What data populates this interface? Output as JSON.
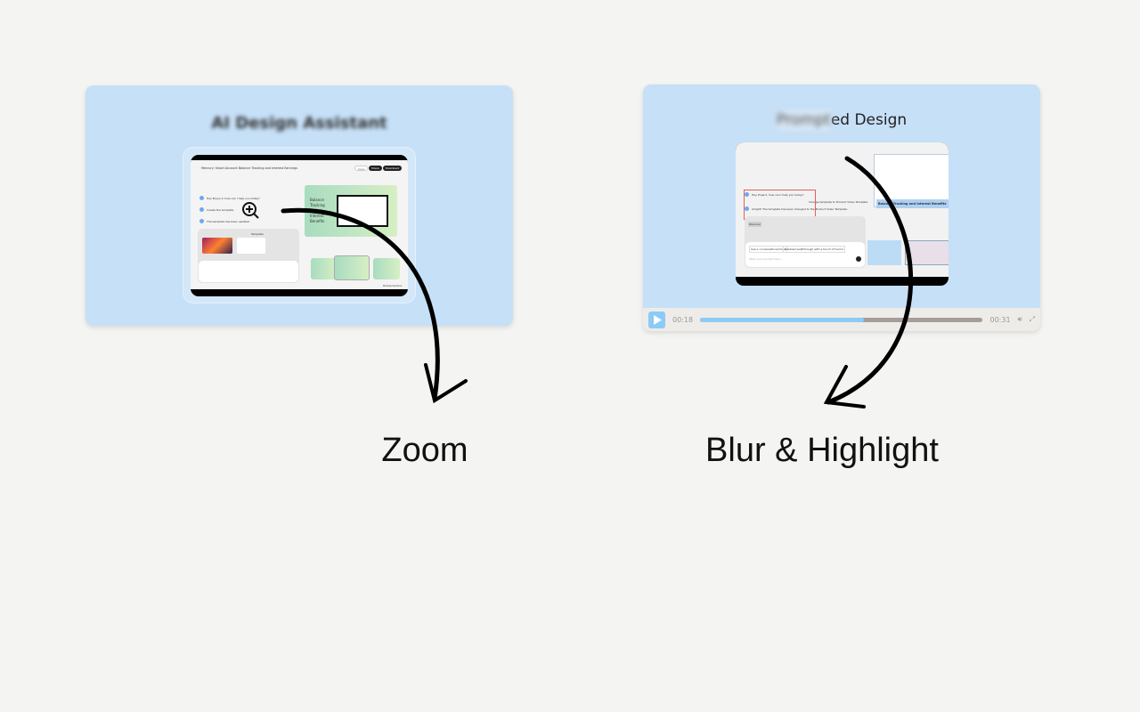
{
  "zoom_card": {
    "title": "AI Design Assistant",
    "app_header": "Mercury: Smart Account Balance Tracking and Interest Earnings",
    "buttons": [
      "Save",
      "Share",
      "Download"
    ],
    "messages": [
      "Hey Bryan 2, how can I help you today?",
      "Create the template",
      "The template has been updated"
    ],
    "slide_text": "Balance Tracking and Interest Benefits",
    "template_label": "Template",
    "sidebar_label": "Preview Sections"
  },
  "blur_card": {
    "title_blurred": "Prompt",
    "title_visible": "ed Design",
    "messages": [
      "Hey Project, how can I help you today?",
      "Alright! The template has been changed to the Product Video Template."
    ],
    "user_message": "Change template to Product Video Template",
    "chips": [
      "Use a conversational tone",
      "Detailed walkthrough with a touch of humor"
    ],
    "input_placeholder": "Start your prompt here...",
    "discover_label": "Discover",
    "banner": "Balance Tracking and Interest Benefits",
    "player": {
      "current": "00:18",
      "total": "00:31",
      "progress": 0.58
    }
  },
  "labels": {
    "zoom": "Zoom",
    "blur": "Blur & Highlight"
  },
  "colors": {
    "card": "#c6e0f7",
    "accent": "#8ccaf7",
    "highlight": "#e06060"
  }
}
